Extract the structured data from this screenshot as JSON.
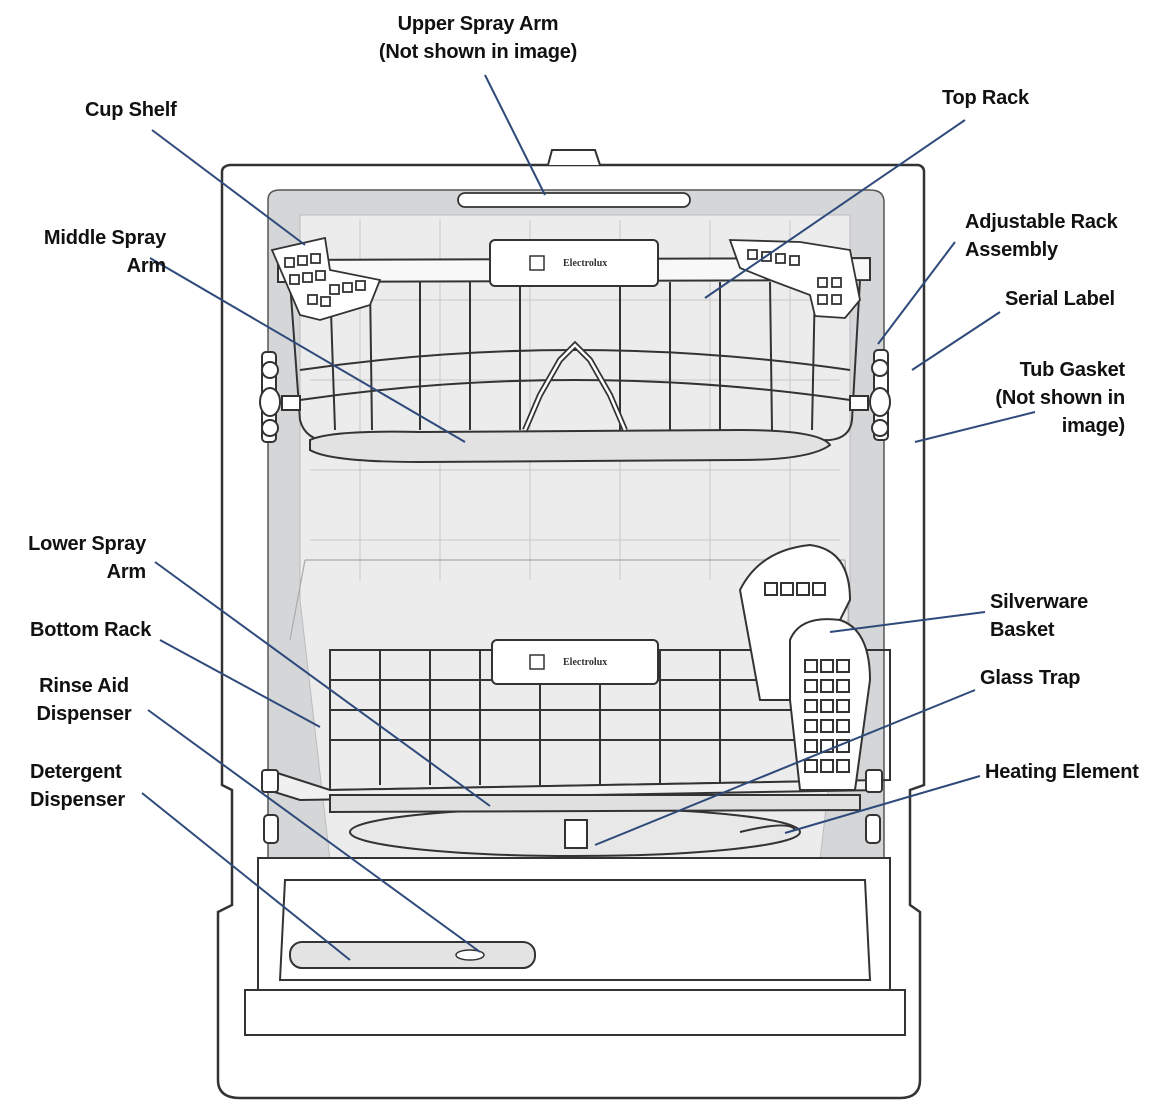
{
  "labels": {
    "upper_spray_arm": [
      "Upper Spray Arm",
      "(Not shown in image)"
    ],
    "cup_shelf": [
      "Cup Shelf"
    ],
    "top_rack": [
      "Top Rack"
    ],
    "middle_spray_arm": [
      "Middle Spray",
      "Arm"
    ],
    "adjustable_rack": [
      "Adjustable Rack",
      "Assembly"
    ],
    "serial_label": [
      "Serial Label"
    ],
    "tub_gasket": [
      "Tub Gasket",
      "(Not shown in",
      "image)"
    ],
    "lower_spray_arm": [
      "Lower Spray",
      "Arm"
    ],
    "bottom_rack": [
      "Bottom Rack"
    ],
    "silverware_basket": [
      "Silverware",
      "Basket"
    ],
    "rinse_aid": [
      "Rinse Aid",
      "Dispenser"
    ],
    "glass_trap": [
      "Glass Trap"
    ],
    "detergent": [
      "Detergent",
      "Dispenser"
    ],
    "heating_element": [
      "Heating Element"
    ]
  },
  "brand": {
    "upper": "Electrolux",
    "lower": "Electrolux"
  },
  "colors": {
    "leader_line": "#2e4a7a",
    "outline": "#333333",
    "tub": "#d4d6d8",
    "tub_inner": "#ececec"
  }
}
